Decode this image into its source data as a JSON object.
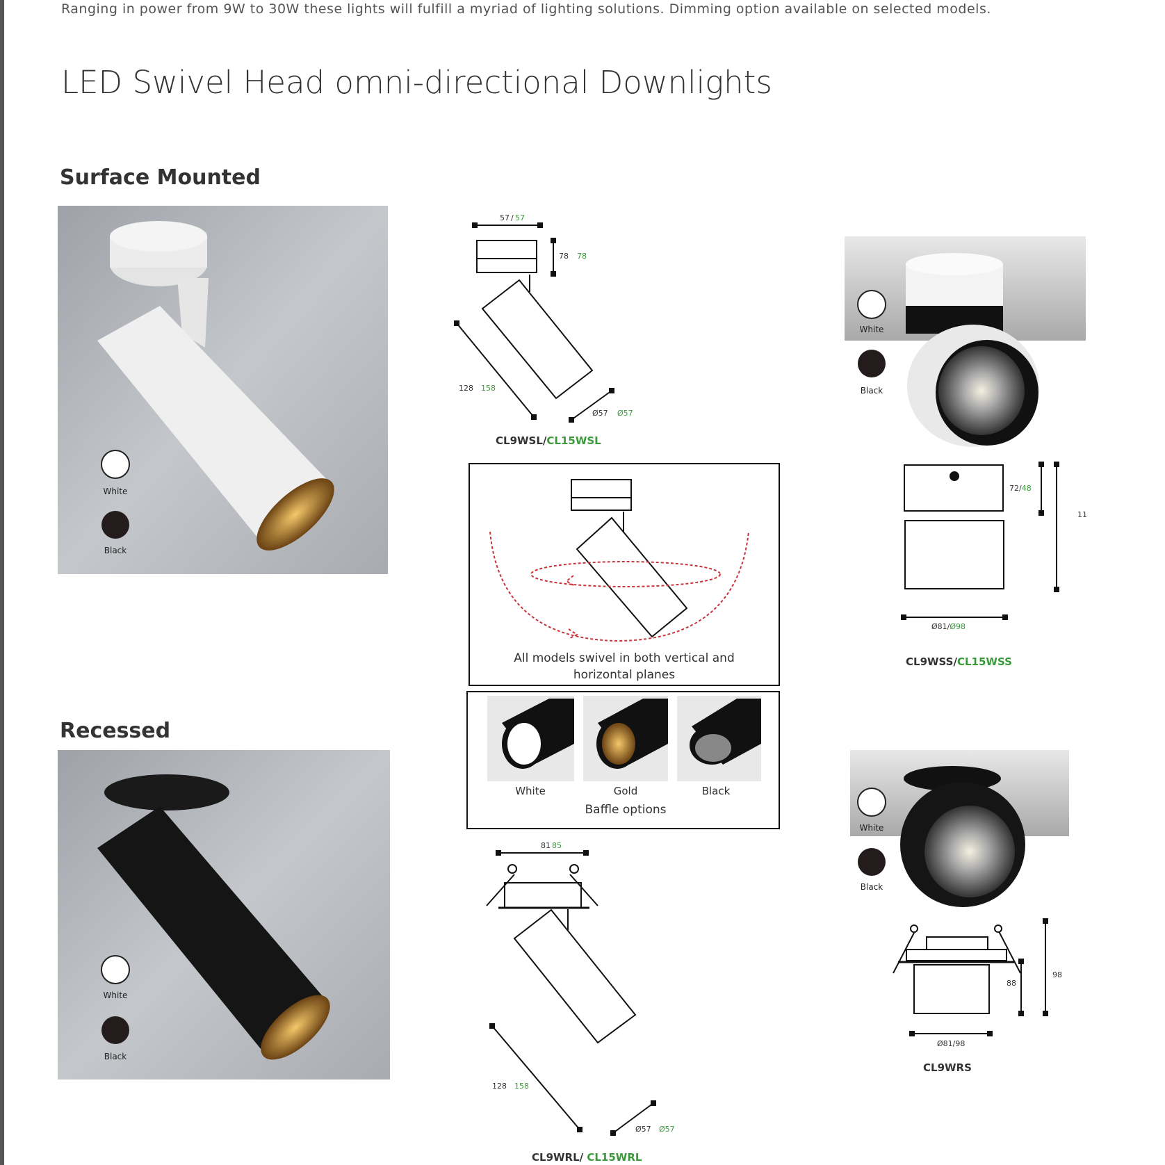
{
  "intro_text": "Ranging in power from 9W to 30W these lights will fulfill a myriad of lighting solutions. Dimming option available on selected models.",
  "title": "LED Swivel Head omni-directional Downlights",
  "sections": {
    "surface": {
      "heading": "Surface Mounted"
    },
    "recessed": {
      "heading": "Recessed"
    }
  },
  "colour_options": {
    "white": "White",
    "black": "Black"
  },
  "surface_long": {
    "width": "57",
    "width_alt": "57",
    "height": "78",
    "height_alt": "78",
    "length": "128",
    "length_alt": "158",
    "diameter": "Ø57",
    "diameter_alt": "Ø57",
    "model": "CL9WSL/",
    "model_alt": "CL15WSL"
  },
  "surface_short": {
    "height": "72/",
    "height_alt": "48",
    "total": "11",
    "diameter": "Ø81/",
    "diameter_alt": "Ø98",
    "model": "CL9WSS/",
    "model_alt": "CL15WSS"
  },
  "swivel_box": {
    "line1": "All models swivel in both vertical and",
    "line2": "horizontal planes"
  },
  "baffle": {
    "white": "White",
    "gold": "Gold",
    "black": "Black",
    "caption": "Baffle options"
  },
  "recessed_long": {
    "width": "81",
    "width_alt": "85",
    "length": "128",
    "length_alt": "158",
    "diameter": "Ø57",
    "diameter_alt": "Ø57",
    "model": "CL9WRL/ ",
    "model_alt": "CL15WRL"
  },
  "recessed_short": {
    "height": "88",
    "total": "98",
    "diameter": "Ø81/98",
    "model": "CL9WRS"
  },
  "colors": {
    "accent_green": "#3a9a3a",
    "swivel_red": "#c8343c"
  }
}
